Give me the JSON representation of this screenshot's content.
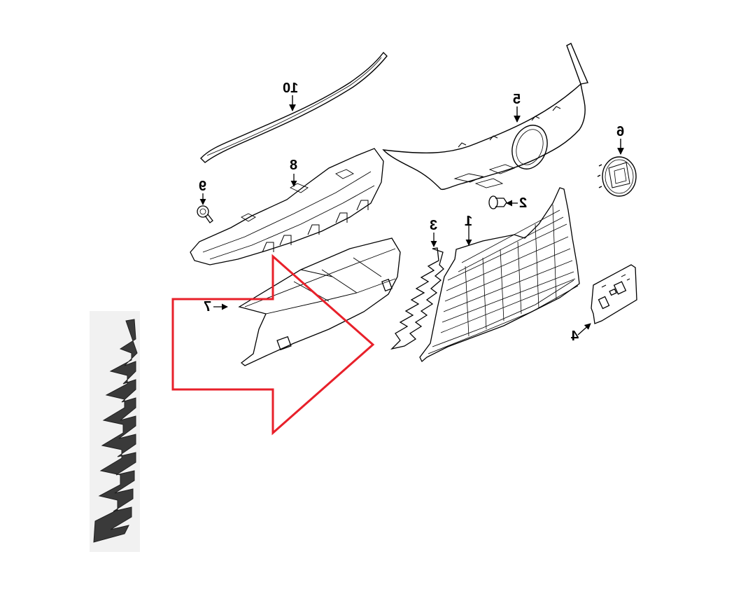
{
  "diagram": {
    "type": "exploded-parts-diagram",
    "orientation": "mirrored-horizontally",
    "background_color": "#ffffff",
    "line_color": "#000000",
    "highlight_color": "#e8202a",
    "callouts": [
      {
        "id": "1",
        "label": "1",
        "part": "grille-mesh"
      },
      {
        "id": "2",
        "label": "2",
        "part": "clip"
      },
      {
        "id": "3",
        "label": "3",
        "part": "wavy-trim-strip"
      },
      {
        "id": "4",
        "label": "4",
        "part": "license-plate-bracket"
      },
      {
        "id": "5",
        "label": "5",
        "part": "upper-grille-frame"
      },
      {
        "id": "6",
        "label": "6",
        "part": "emblem"
      },
      {
        "id": "7",
        "label": "7",
        "part": "lower-cover-panel"
      },
      {
        "id": "8",
        "label": "8",
        "part": "grille-support-bracket"
      },
      {
        "id": "9",
        "label": "9",
        "part": "screw-bolt"
      },
      {
        "id": "10",
        "label": "10",
        "part": "upper-molding-strip"
      }
    ],
    "highlight_arrow": {
      "shape": "outlined-arrow-right",
      "points_to": "3"
    },
    "inset_photo": {
      "subject": "wavy-trim-strip-photo",
      "background": "#f1f1f1",
      "part_color": "#3a3a3a"
    }
  }
}
